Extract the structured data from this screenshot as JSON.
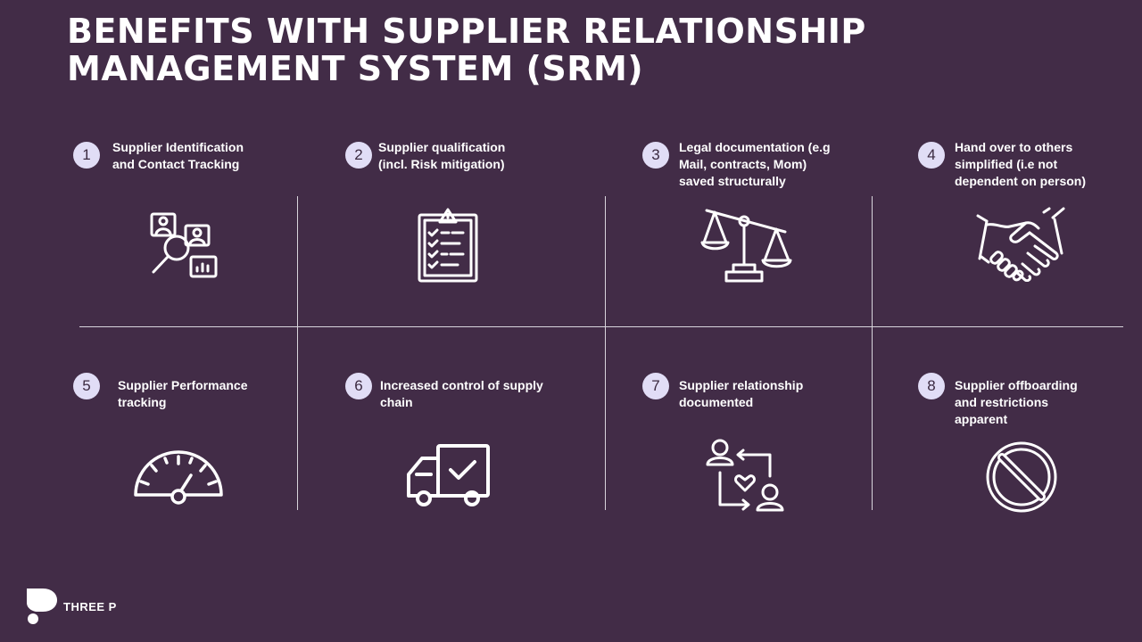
{
  "title": {
    "line1": "BENEFITS WITH SUPPLIER RELATIONSHIP",
    "line2": "MANAGEMENT SYSTEM (SRM)"
  },
  "benefits": [
    {
      "number": "1",
      "lines": [
        "Supplier Identification",
        "and Contact Tracking"
      ],
      "icon": "supplier-search-icon"
    },
    {
      "number": "2",
      "lines": [
        "Supplier qualification",
        "(incl. Risk mitigation)"
      ],
      "icon": "checklist-warning-icon"
    },
    {
      "number": "3",
      "lines": [
        "Legal documentation  (e.g",
        "Mail, contracts, Mom)",
        "saved structurally"
      ],
      "icon": "scales-icon"
    },
    {
      "number": "4",
      "lines": [
        "Hand over to others",
        "simplified (i.e not",
        "dependent on person)"
      ],
      "icon": "handshake-icon"
    },
    {
      "number": "5",
      "lines": [
        "Supplier Performance",
        "tracking"
      ],
      "icon": "speedometer-icon"
    },
    {
      "number": "6",
      "lines": [
        "Increased control of supply",
        "chain"
      ],
      "icon": "delivery-truck-check-icon"
    },
    {
      "number": "7",
      "lines": [
        "Supplier relationship",
        "documented"
      ],
      "icon": "relationship-exchange-icon"
    },
    {
      "number": "8",
      "lines": [
        "Supplier offboarding",
        "and restrictions",
        "apparent"
      ],
      "icon": "prohibited-icon"
    }
  ],
  "brand": {
    "name": "THREE P",
    "logo_icon": "three-p-logo-icon"
  },
  "colors": {
    "background": "#422c47",
    "badge": "#e1ddf6",
    "text": "#ffffff"
  }
}
